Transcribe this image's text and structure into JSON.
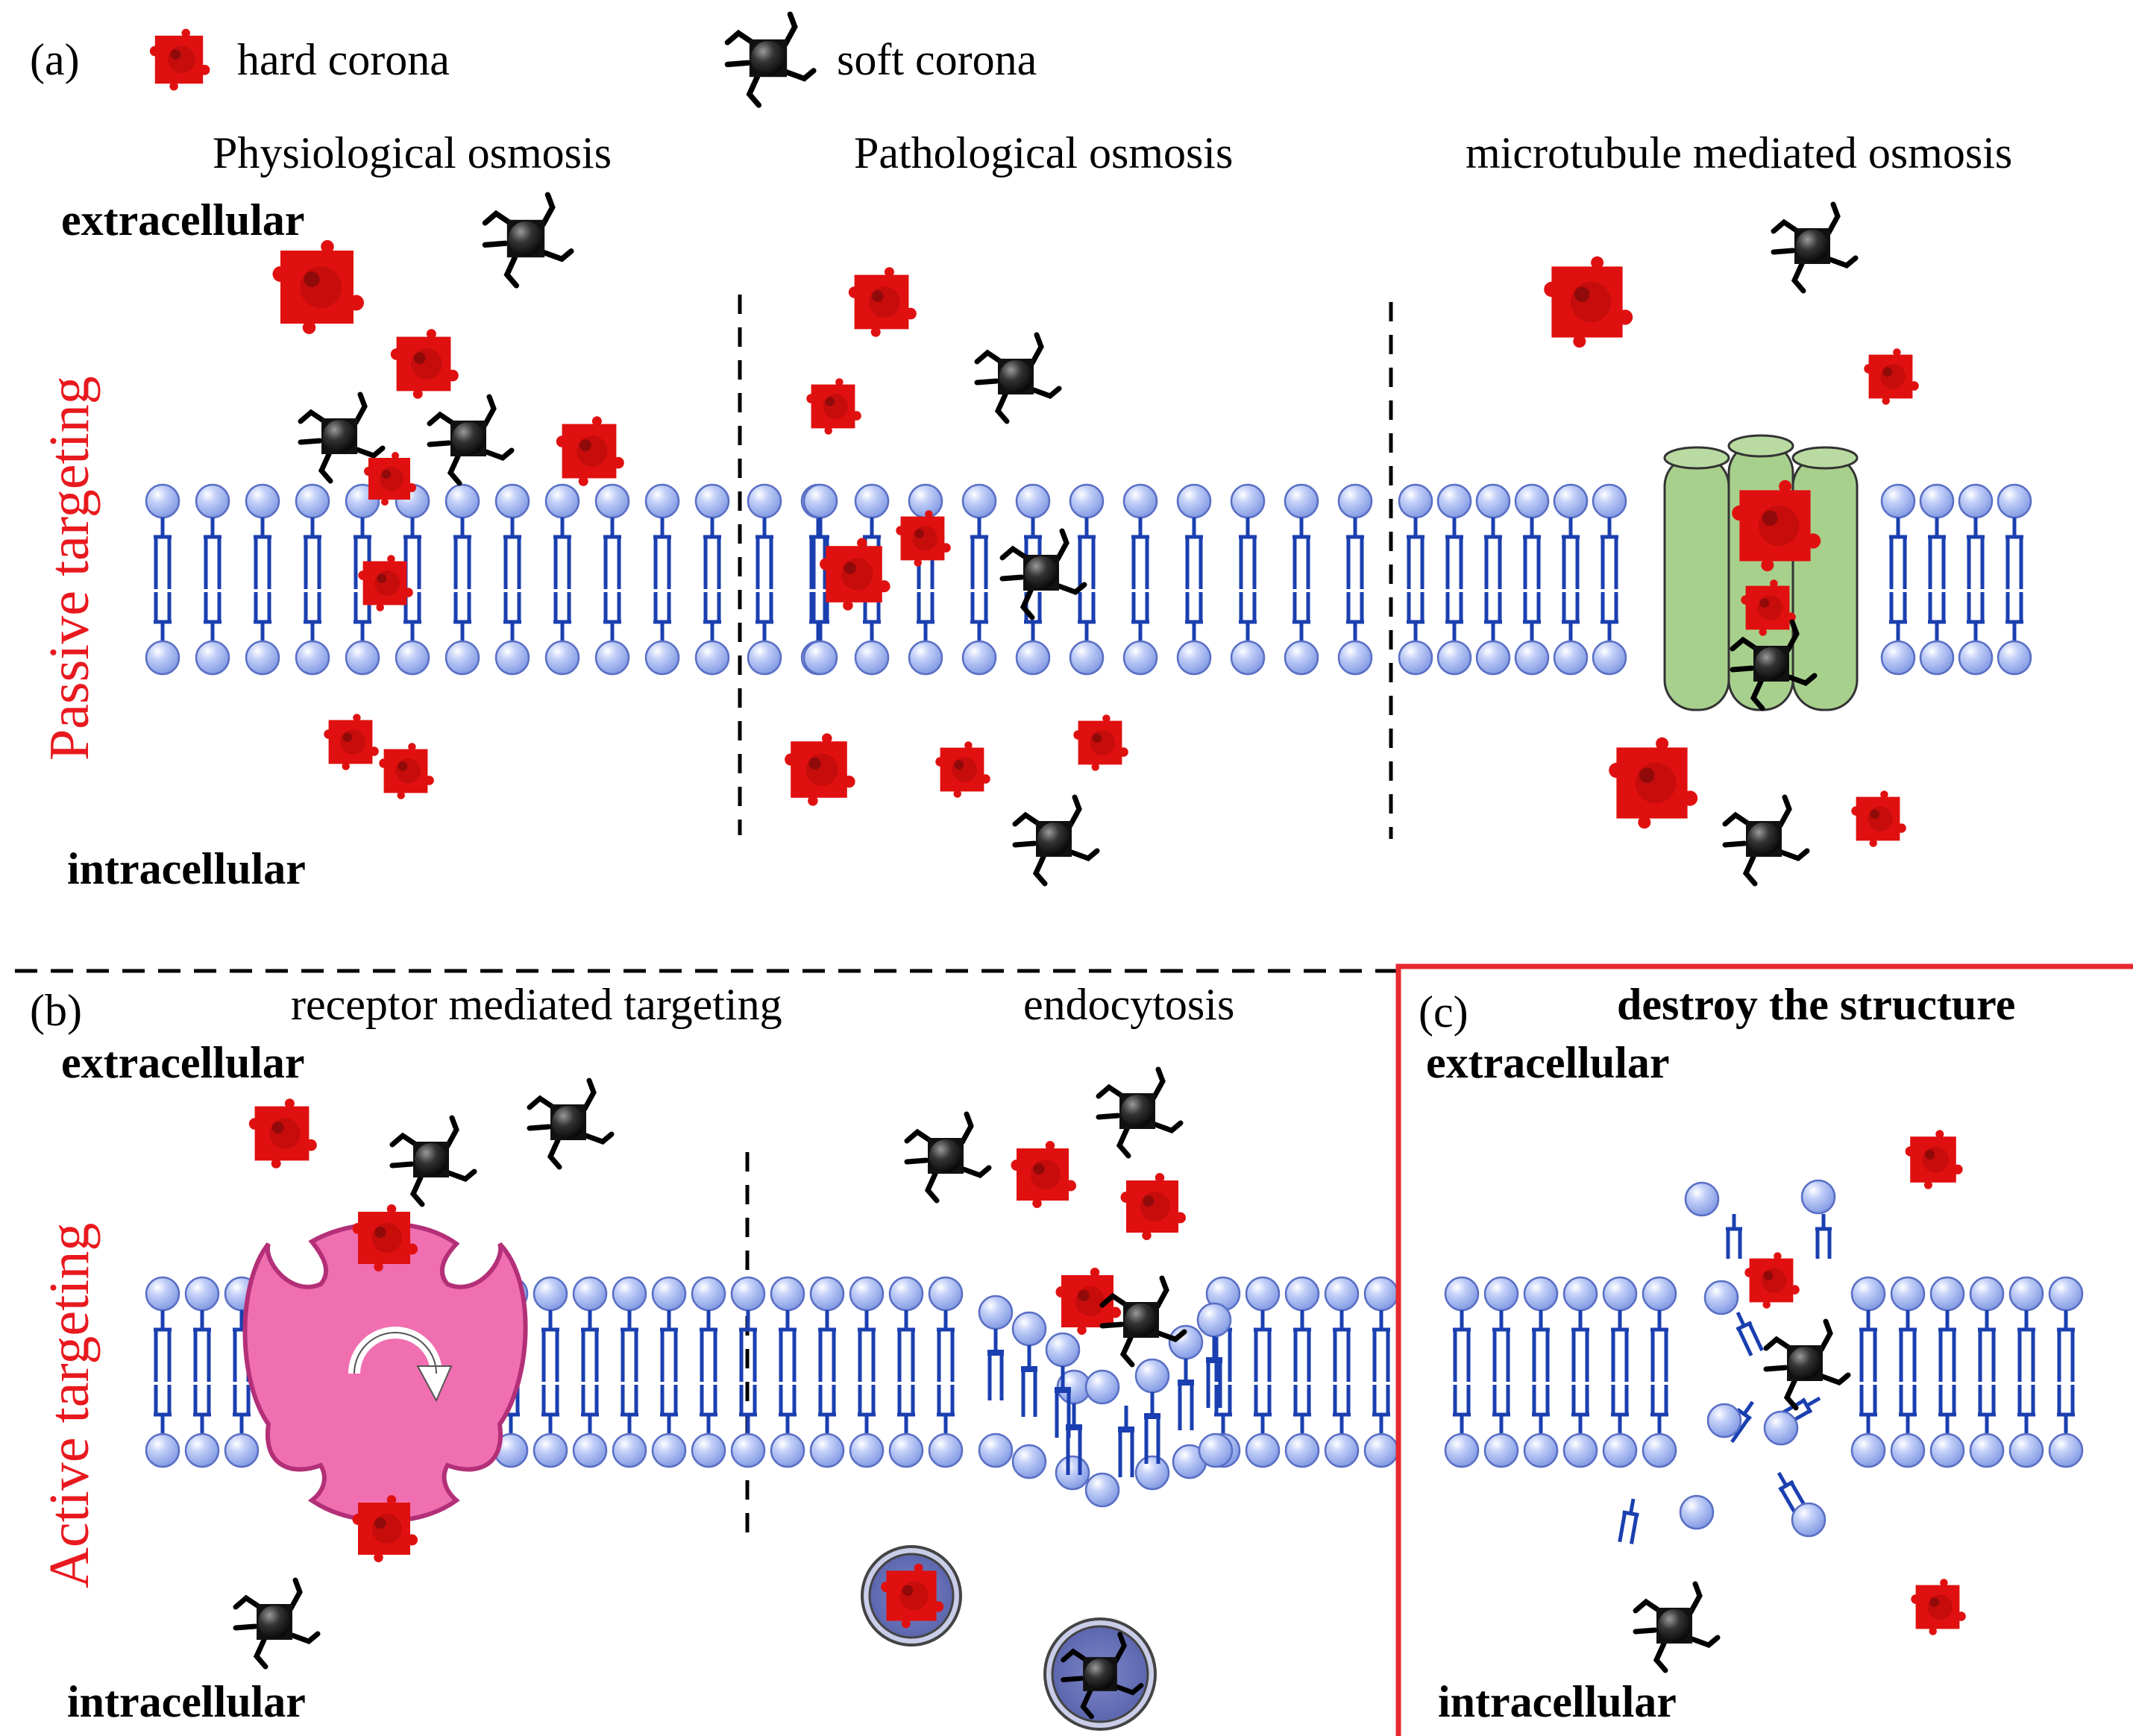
{
  "legend": {
    "panel_a_tag": "(a)",
    "hard_corona": "hard corona",
    "soft_corona": "soft corona"
  },
  "passive": {
    "side_label": "Passive targeting",
    "titles": [
      "Physiological osmosis",
      "Pathological osmosis",
      "microtubule mediated osmosis"
    ],
    "extracellular": "extracellular",
    "intracellular": "intracellular"
  },
  "active": {
    "panel_tag": "(b)",
    "side_label": "Active targeting",
    "titles": [
      "receptor mediated targeting",
      "endocytosis"
    ],
    "extracellular": "extracellular",
    "intracellular": "intracellular"
  },
  "destroy": {
    "panel_tag": "(c)",
    "title": "destroy the structure",
    "extracellular": "extracellular",
    "intracellular": "intracellular"
  },
  "colors": {
    "hard_corona": "#e01010",
    "soft_corona": "#1a1a1a",
    "lipid_head": "#a6b8f2",
    "lipid_tail": "#1a3fb0",
    "channel": "#a8d08d",
    "receptor": "#f06fb0",
    "side_label": "#e8191e",
    "panel_c_border": "#e8272e"
  }
}
